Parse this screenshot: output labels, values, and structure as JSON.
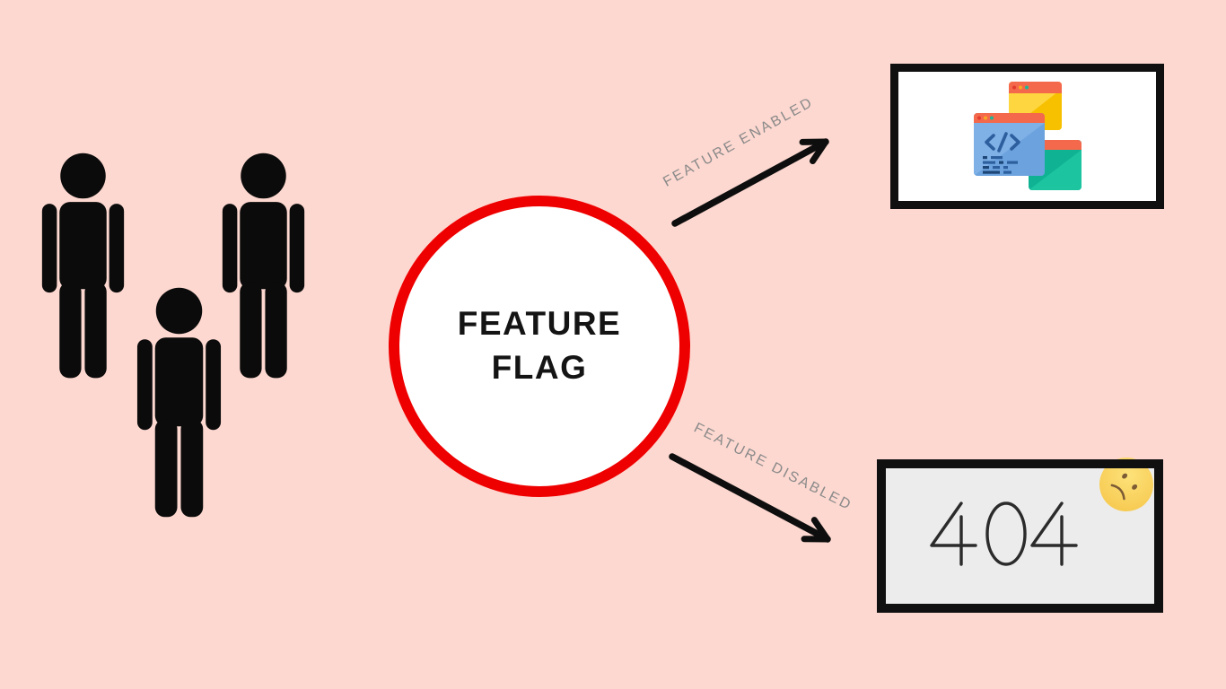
{
  "diagram": {
    "flag_node": {
      "line1": "FEATURE",
      "line2": "FLAG"
    },
    "paths": {
      "enabled": {
        "label": "FEATURE ENABLED"
      },
      "disabled": {
        "label": "FEATURE DISABLED"
      }
    },
    "users_group": {
      "icon": "person-icon",
      "count": 3
    },
    "enabled_target": {
      "icon": "code-windows-icon"
    },
    "disabled_target": {
      "code": "404",
      "icon": "sad-face-icon"
    }
  },
  "colors": {
    "background": "#fdd8d0",
    "flag_border": "#ef0000",
    "ink": "#0e0e0e",
    "label_gray": "#8a8a8a",
    "error_bg": "#ececec",
    "window_titlebar": "#f4694c",
    "window_yellow": "#fdd640",
    "window_blue": "#6ca3de",
    "window_teal": "#0fb394",
    "face_yellow": "#fbd75f"
  }
}
